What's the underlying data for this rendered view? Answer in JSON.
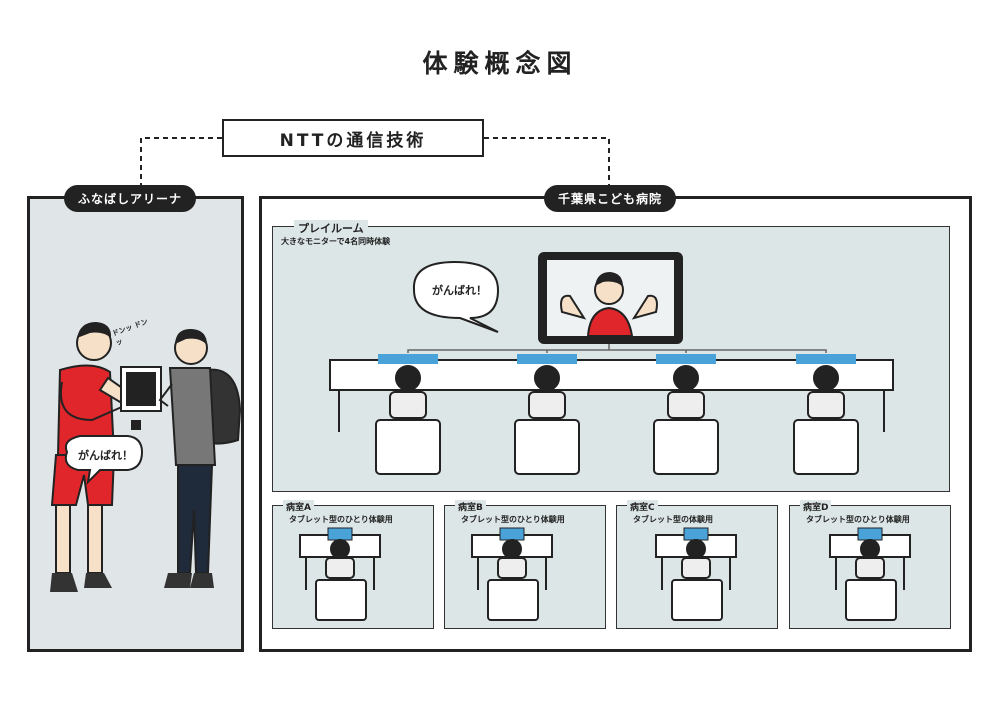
{
  "title": "体験概念図",
  "ntt_label": "NTTの通信技術",
  "arena": {
    "label": "ふなばしアリーナ",
    "speech": "がんばれ！",
    "sfx": "ドンッ ドンッ"
  },
  "hospital": {
    "label": "千葉県こども病院",
    "playroom": {
      "label": "プレイルーム",
      "sub": "大きなモニターで4名同時体験",
      "speech": "がんばれ！"
    },
    "rooms": [
      {
        "name": "病室A",
        "sub": "タブレット型のひとり体験用"
      },
      {
        "name": "病室B",
        "sub": "タブレット型のひとり体験用"
      },
      {
        "name": "病室C",
        "sub": "タブレット型の体験用"
      },
      {
        "name": "病室D",
        "sub": "タブレット型のひとり体験用"
      }
    ]
  },
  "colors": {
    "ink": "#222222",
    "panel_bg": "#dde6e6",
    "arena_bg": "#e0e5e7",
    "jersey": "#e0262a",
    "glow": "#4aa3d8"
  }
}
